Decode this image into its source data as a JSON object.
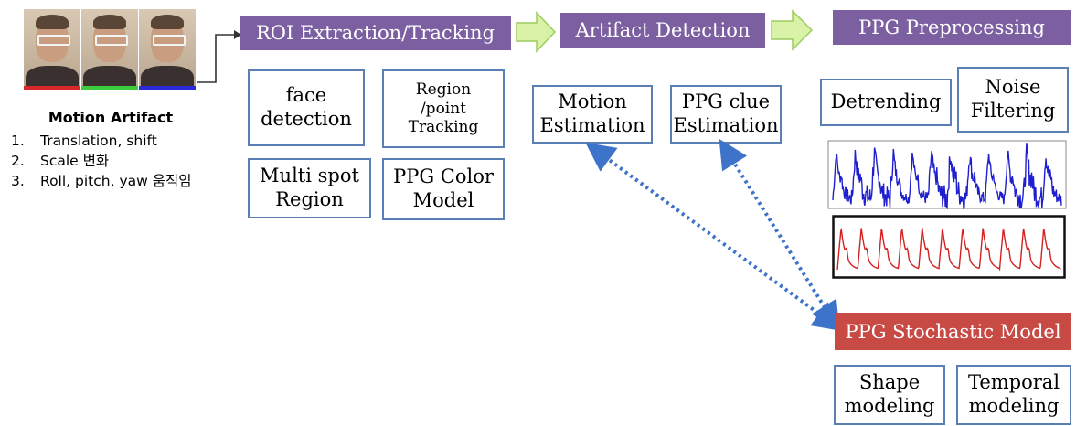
{
  "motion_artifact": {
    "title": "Motion Artifact",
    "items": [
      {
        "num": "1.",
        "text": "Translation, shift"
      },
      {
        "num": "2.",
        "text": "Scale 변화"
      },
      {
        "num": "3.",
        "text": "Roll, pitch, yaw 움직임"
      }
    ],
    "photo_channel_colors": [
      "#d8282a",
      "#3dcc3d",
      "#2a2ad8"
    ]
  },
  "stages": {
    "roi": "ROI Extraction/Tracking",
    "artifact": "Artifact Detection",
    "ppg_pre": "PPG Preprocessing",
    "stochastic": "PPG Stochastic Model"
  },
  "boxes": {
    "face_detection": "face\ndetection",
    "region_tracking": "Region\n/point\nTracking",
    "multi_spot": "Multi spot\nRegion",
    "ppg_color": "PPG Color\nModel",
    "motion_estimation": "Motion\nEstimation",
    "ppg_clue": "PPG clue\nEstimation",
    "detrending": "Detrending",
    "noise_filtering": "Noise\nFiltering",
    "shape_modeling": "Shape\nmodeling",
    "temporal_modeling": "Temporal\nmodeling"
  },
  "colors": {
    "stage_header": "#7b5fa0",
    "stochastic_header": "#c84a45",
    "box_border": "#5b7fb4",
    "chevron_fill": "#d9f2a8",
    "chevron_stroke": "#9ccc5c",
    "dotted_arrow": "#3d73c9",
    "signal_blue": "#1f1fd0",
    "signal_red": "#d42020"
  }
}
